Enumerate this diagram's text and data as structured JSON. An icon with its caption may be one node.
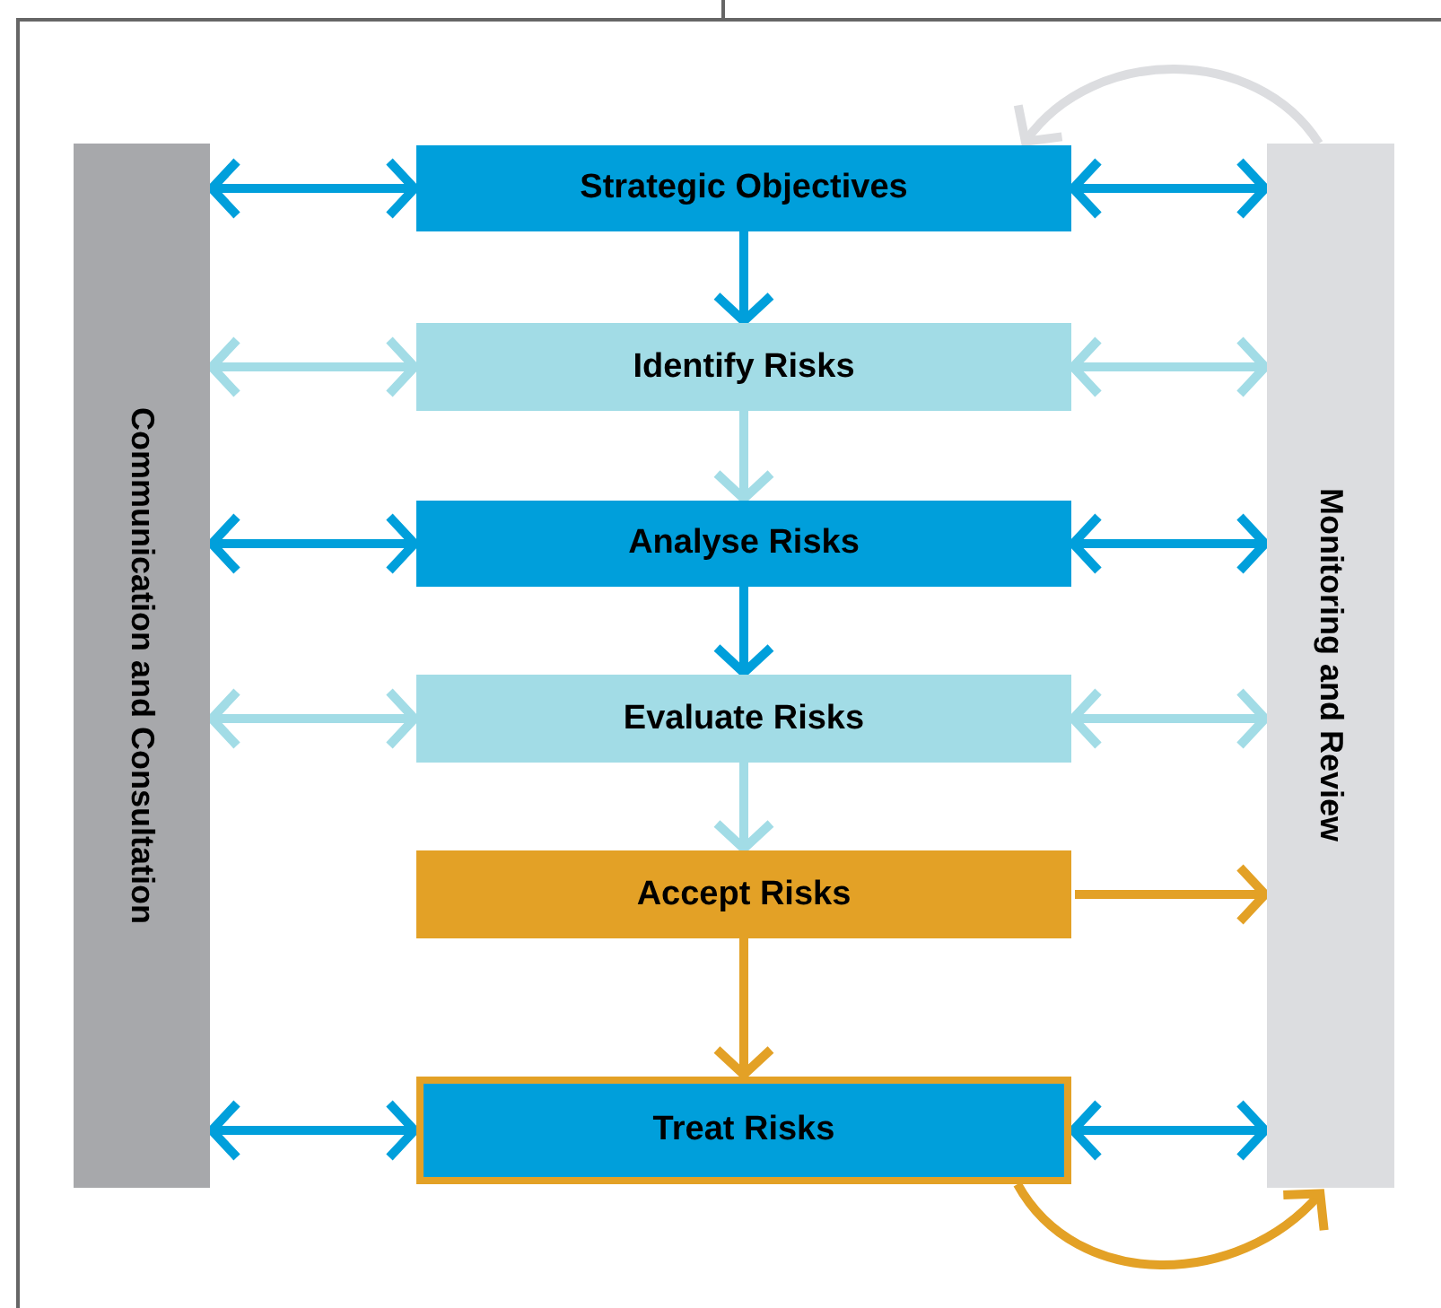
{
  "diagram": {
    "nodes": [
      {
        "text": [
          "Communication and Consultation"
        ]
      },
      {
        "text": [
          "Strategic Objectives"
        ]
      },
      {
        "text": [
          "Identify Risks"
        ]
      },
      {
        "text": [
          "Analyse Risks"
        ]
      },
      {
        "text": [
          "Evaluate Risks"
        ]
      },
      {
        "text": [
          "Accept Risks"
        ]
      },
      {
        "text": [
          "Treat Risks"
        ]
      },
      {
        "text": [
          "Monitoring and Review"
        ]
      }
    ],
    "edges": [
      {
        "from": 0,
        "to": 1,
        "arrow": "both"
      },
      {
        "from": 1,
        "to": 7,
        "arrow": "both"
      },
      {
        "from": 1,
        "to": 2,
        "arrow": "to"
      },
      {
        "from": 0,
        "to": 2,
        "arrow": "both",
        "color": "#a2dce6"
      },
      {
        "from": 2,
        "to": 7,
        "arrow": "both",
        "color": "#a2dce6"
      },
      {
        "from": 2,
        "to": 3,
        "arrow": "to",
        "color": "#a2dce6"
      },
      {
        "from": 0,
        "to": 3,
        "arrow": "both"
      },
      {
        "from": 3,
        "to": 7,
        "arrow": "both"
      },
      {
        "from": 3,
        "to": 4,
        "arrow": "to"
      },
      {
        "from": 0,
        "to": 4,
        "arrow": "both",
        "color": "#a2dce6"
      },
      {
        "from": 4,
        "to": 7,
        "arrow": "both",
        "color": "#a2dce6"
      },
      {
        "from": 4,
        "to": 5,
        "arrow": "to",
        "color": "#a2dce6"
      },
      {
        "from": 5,
        "to": 7,
        "arrow": "to",
        "color": "#e3a126"
      },
      {
        "from": 5,
        "to": 6,
        "arrow": "to",
        "color": "#e3a126"
      },
      {
        "from": 0,
        "to": 6,
        "arrow": "both"
      },
      {
        "from": 6,
        "to": 7,
        "arrow": "both"
      },
      {
        "from": 6,
        "to": 7,
        "arrow": "to",
        "color": "#e3a126"
      },
      {
        "from": 7,
        "to": 1,
        "arrow": "to",
        "color": "#dcdde0"
      }
    ]
  }
}
